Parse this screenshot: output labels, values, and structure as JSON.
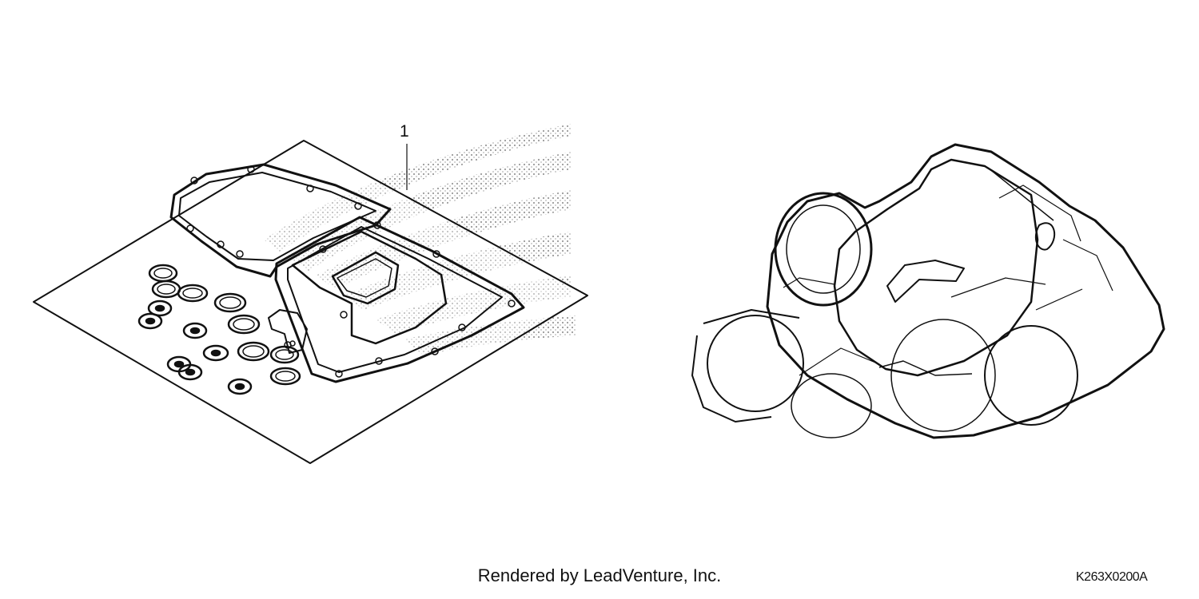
{
  "callouts": [
    "1"
  ],
  "footer": {
    "rendered_by": "Rendered by LeadVenture, Inc."
  },
  "diagram_code": "K263X0200A",
  "colors": {
    "line": "#111111",
    "watermark": "#9a9a9a",
    "background": "#ffffff"
  }
}
